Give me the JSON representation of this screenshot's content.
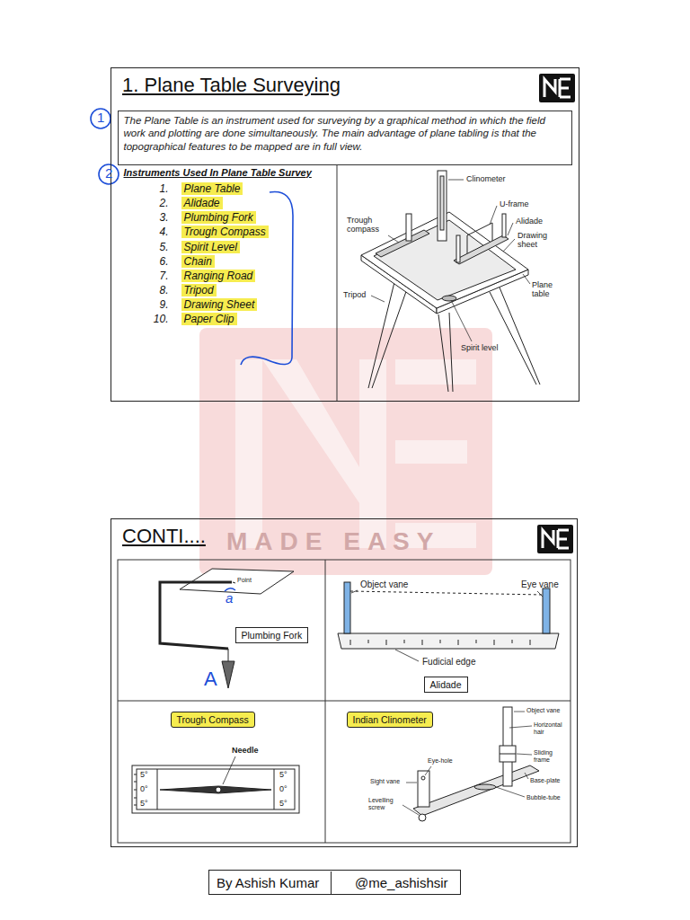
{
  "diagram": {
    "nodes": [
      {
        "text": [
          "1. Plane Table Surveying"
        ]
      },
      {
        "text": [
          "The Plane Table is an instrument used for surveying by a graphical method in which the field work and plotting are done simultaneously. The main advantage of plane tabling is that the topographical features to be mapped are in full view."
        ],
        "in": 0
      },
      {
        "text": [
          "Instruments Used In Plane Table Survey",
          "1.",
          "Plane Table",
          "2.",
          "Alidade",
          "3.",
          "Plumbing Fork",
          "4.",
          "Trough Compass",
          "5.",
          "Spirit Level",
          "6.",
          "Chain",
          "7.",
          "Ranging Road",
          "8.",
          "Tripod",
          "9.",
          "Drawing Sheet",
          "10.",
          "Paper Clip"
        ],
        "in": 0
      },
      {
        "text": [
          "CONTI...."
        ]
      },
      {
        "text": [
          "Plumbing Fork"
        ],
        "in": 3
      },
      {
        "text": [
          "Alidade"
        ],
        "in": 3
      },
      {
        "text": [
          "Trough Compass"
        ],
        "in": 3
      },
      {
        "text": [
          "Indian Clinometer"
        ],
        "in": 3
      },
      {
        "text": [
          "By Ashish Kumar",
          "@me_ashishsir"
        ]
      }
    ],
    "labels": [
      "1",
      "2",
      "Clinometer",
      "U-frame",
      "Alidade",
      "Drawing sheet",
      "Trough compass",
      "Plane table",
      "Tripod",
      "Spirit level",
      "MADE EASY",
      "Point",
      "a",
      "A",
      "Object vane",
      "Eye vane",
      "Fudicial edge",
      "Needle",
      "5°",
      "0°",
      "5°",
      "5°",
      "0°",
      "5°",
      "Object vane",
      "Horizontal hair",
      "Sliding frame",
      "Base-plate",
      "Bubble-tube",
      "Eye-hole",
      "Sight vane",
      "Levelling screw"
    ]
  }
}
